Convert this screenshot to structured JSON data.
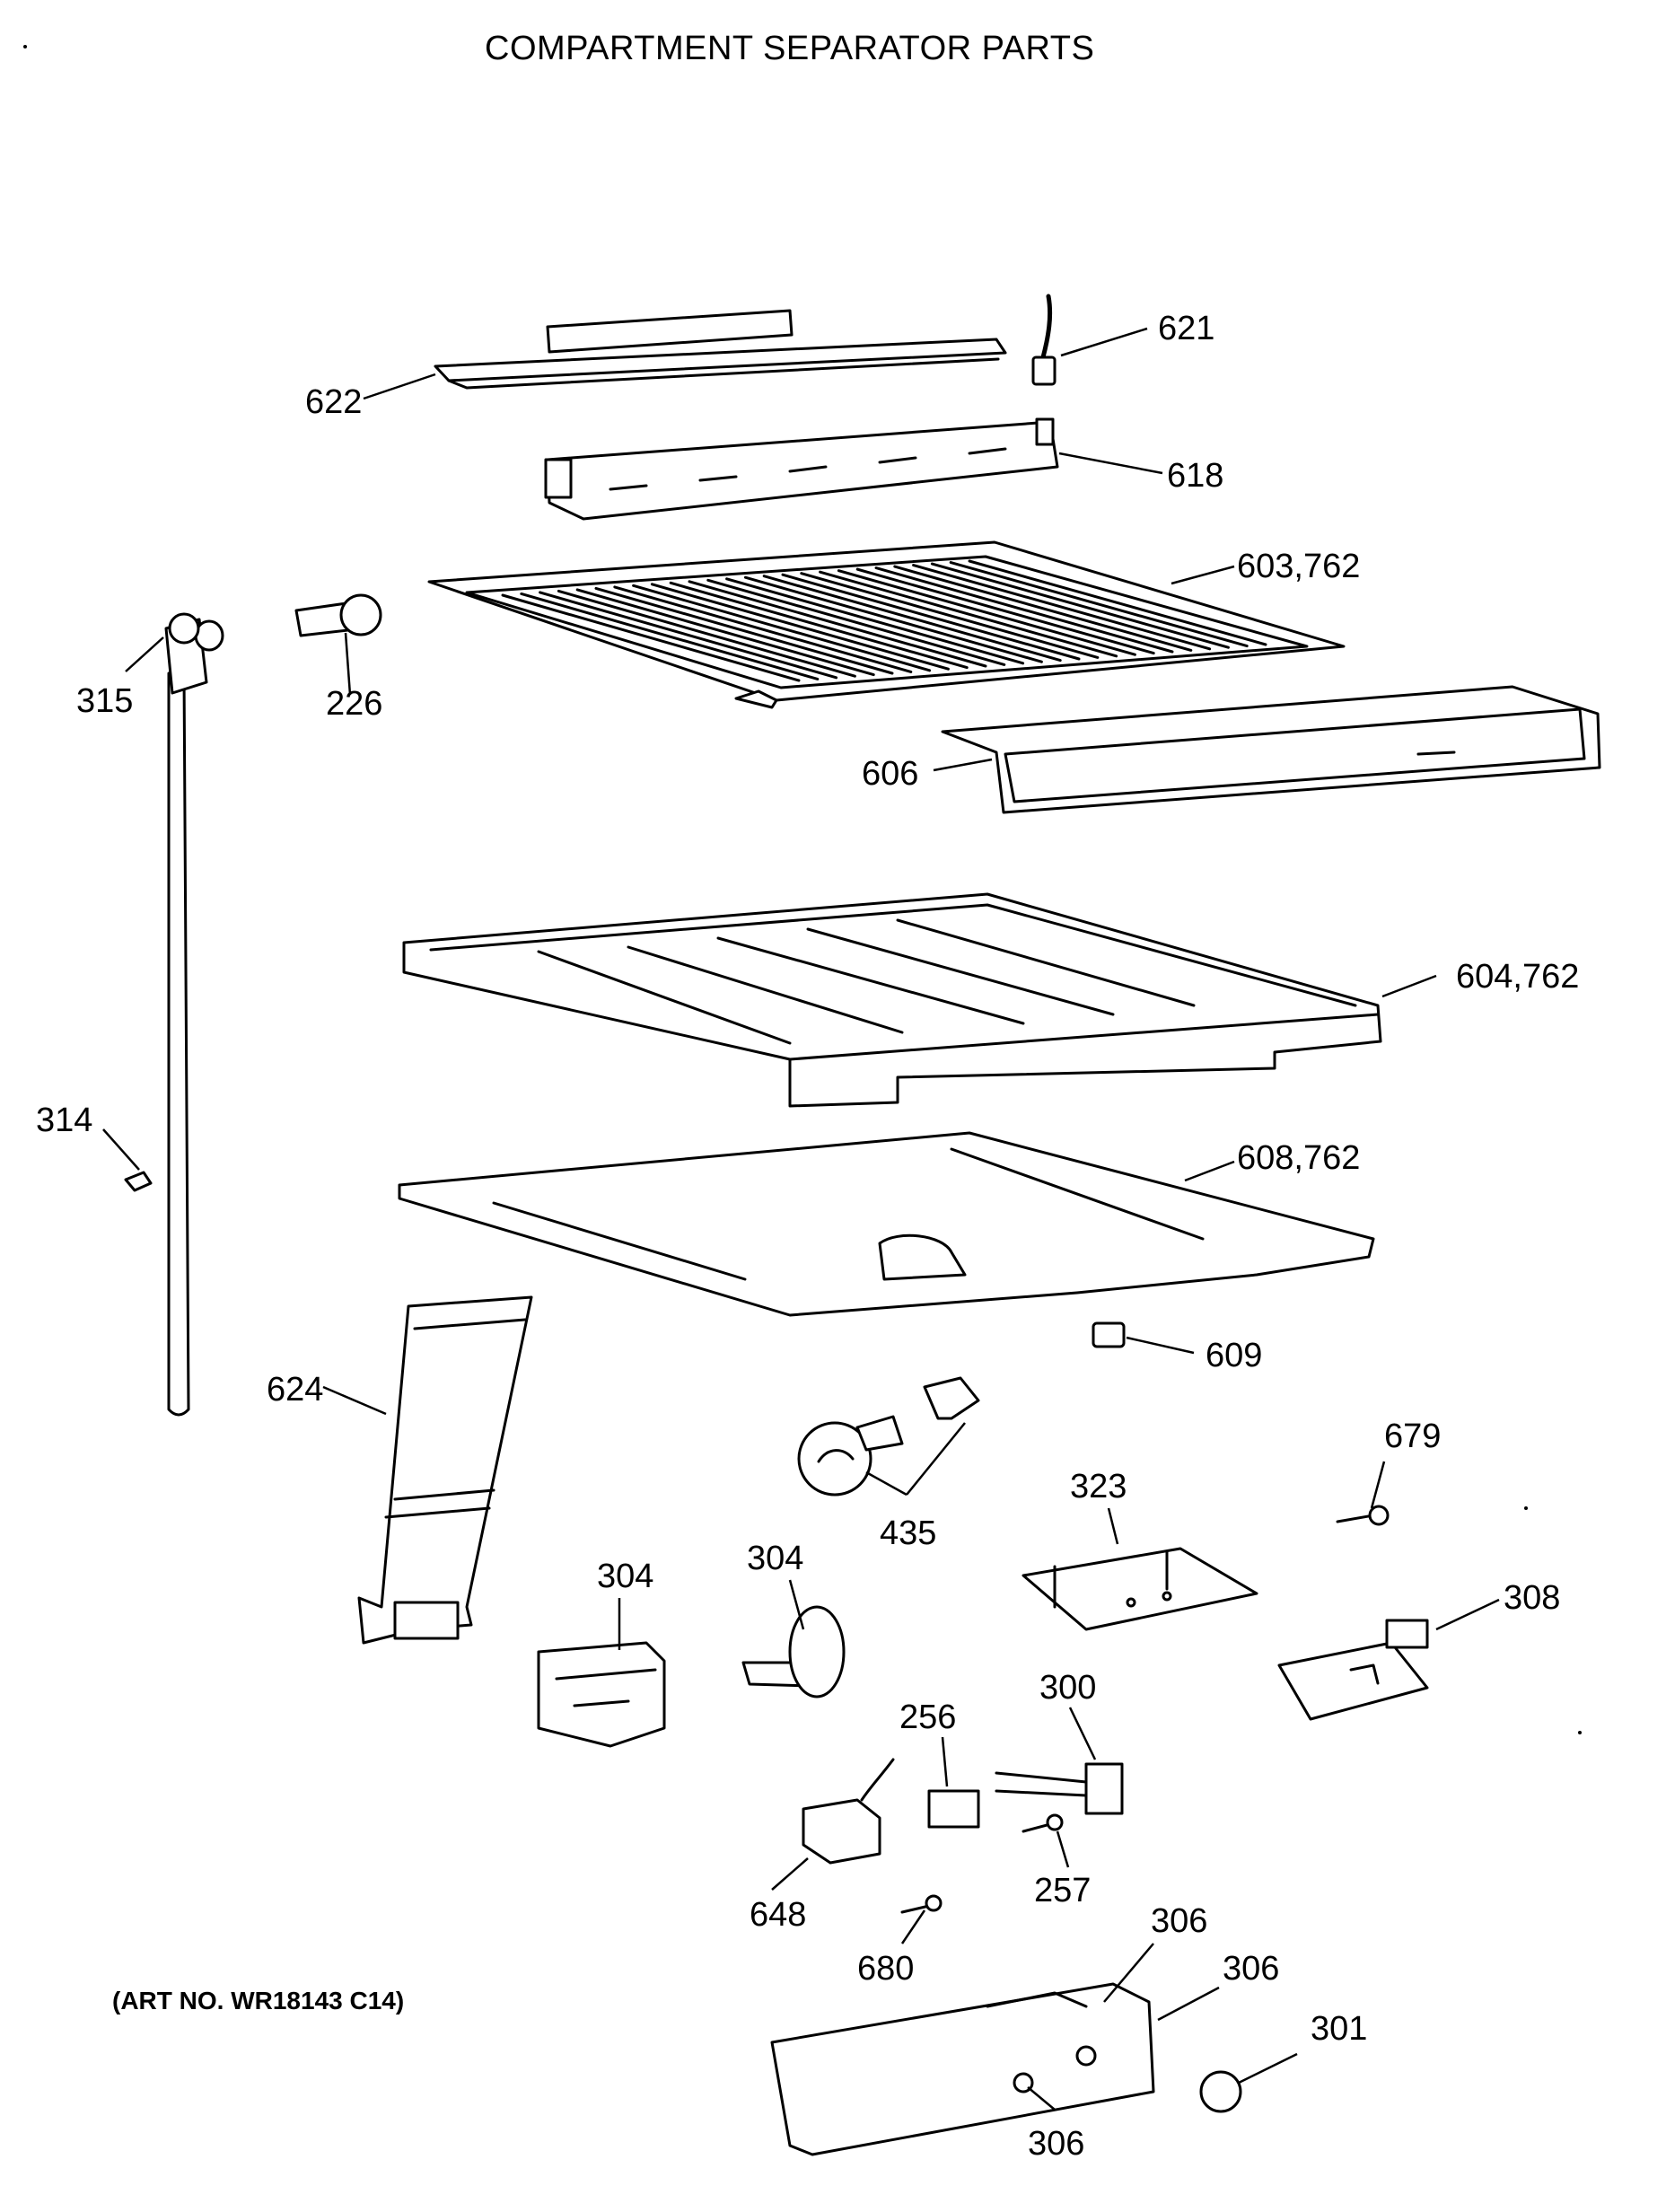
{
  "title": "COMPARTMENT SEPARATOR PARTS",
  "art_number": "(ART NO. WR18143 C14)",
  "callouts": {
    "c621": "621",
    "c622": "622",
    "c618": "618",
    "c603": "603,762",
    "c315": "315",
    "c226": "226",
    "c606": "606",
    "c604": "604,762",
    "c314": "314",
    "c608": "608,762",
    "c609": "609",
    "c624": "624",
    "c679": "679",
    "c435": "435",
    "c323": "323",
    "c304a": "304",
    "c304b": "304",
    "c308": "308",
    "c256": "256",
    "c300": "300",
    "c257": "257",
    "c648": "648",
    "c680": "680",
    "c306a": "306",
    "c306b": "306",
    "c301": "301",
    "c306c": "306"
  }
}
